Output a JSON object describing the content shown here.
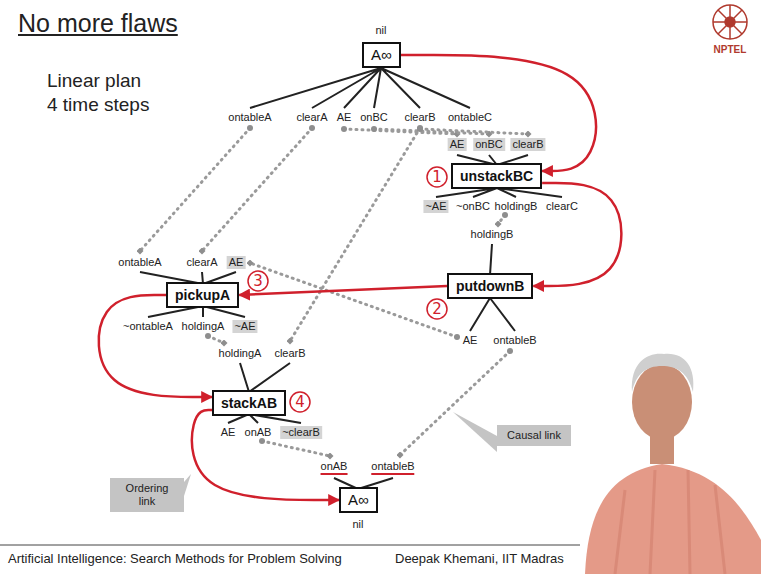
{
  "diagram": {
    "title": "No more flaws",
    "nodes": [
      {
        "text": [
          "A∞"
        ]
      },
      {
        "text": [
          "unstackBC"
        ]
      },
      {
        "text": [
          "putdownB"
        ]
      },
      {
        "text": [
          "pickupA"
        ]
      },
      {
        "text": [
          "stackAB"
        ]
      },
      {
        "text": [
          "A∞"
        ]
      },
      {
        "text": [
          "Causal link"
        ]
      },
      {
        "text": [
          "Ordering link"
        ]
      }
    ],
    "edges": [
      {
        "from": 0,
        "to": 1,
        "arrow": "to"
      },
      {
        "from": 1,
        "to": 2,
        "arrow": "to"
      },
      {
        "from": 2,
        "to": 3,
        "arrow": "to"
      },
      {
        "from": 3,
        "to": 4,
        "arrow": "to"
      },
      {
        "from": 4,
        "to": 5,
        "arrow": "to"
      }
    ],
    "labels": [
      "Linear plan",
      "4 time steps",
      "NPTEL",
      "nil",
      "ontableA",
      "clearA",
      "AE",
      "onBC",
      "clearB",
      "ontableC",
      "AE",
      "onBC",
      "clearB",
      "1",
      "~AE",
      "~onBC",
      "holdingB",
      "clearC",
      "holdingB",
      "2",
      "AE",
      "ontableB",
      "ontableA",
      "clearA",
      "AE",
      "3",
      "~ontableA",
      "holdingA",
      "~AE",
      "holdingA",
      "clearB",
      "4",
      "AE",
      "onAB",
      "~clearB",
      "onAB",
      "ontableB",
      "nil",
      "Artificial Intelligence: Search Methods for Problem Solving",
      "Deepak Khemani, IIT Madras"
    ]
  }
}
